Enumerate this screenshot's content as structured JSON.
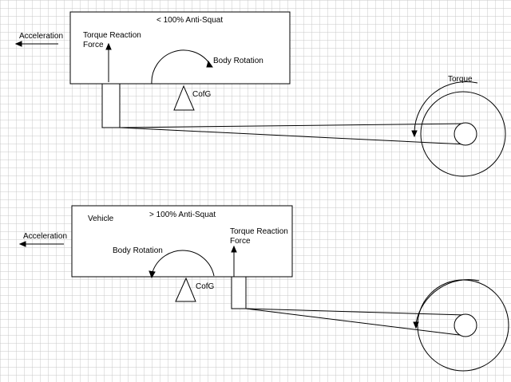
{
  "top": {
    "title": "< 100% Anti-Squat",
    "acceleration": "Acceleration",
    "torque_reaction_line1": "Torque Reaction",
    "torque_reaction_line2": "Force",
    "body_rotation": "Body Rotation",
    "cofg": "CofG",
    "torque": "Torque"
  },
  "bottom": {
    "vehicle": "Vehicle",
    "title": "> 100% Anti-Squat",
    "acceleration": "Acceleration",
    "body_rotation": "Body Rotation",
    "torque_reaction_line1": "Torque Reaction",
    "torque_reaction_line2": "Force",
    "cofg": "CofG"
  },
  "colors": {
    "grid": "#c8c8c8",
    "ink": "#000000"
  }
}
